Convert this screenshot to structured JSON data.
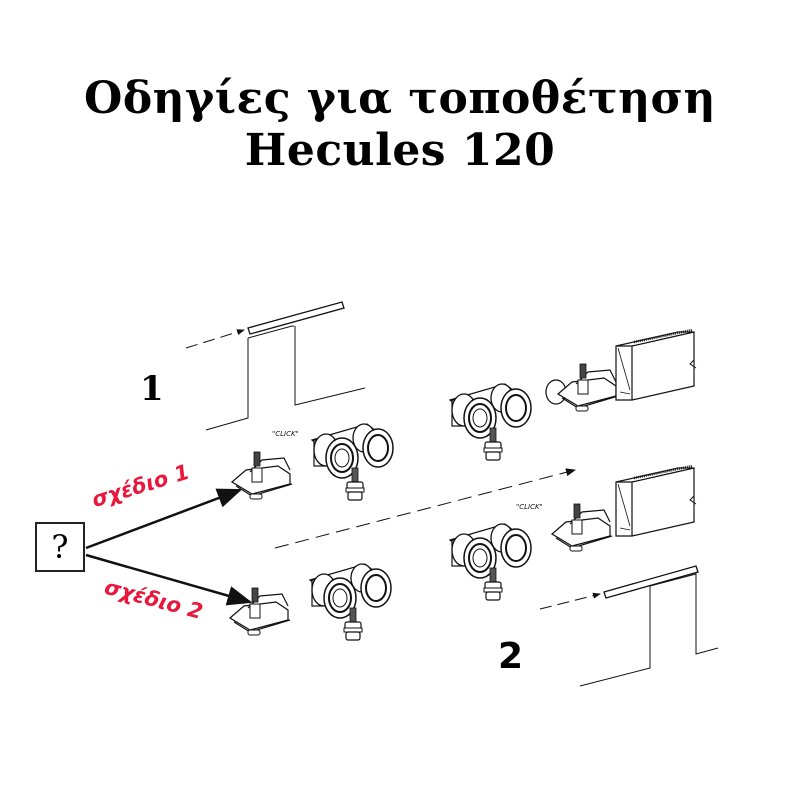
{
  "title": {
    "line1": "Οδηγίες για τοποθέτηση",
    "line2": "Hecules 120"
  },
  "steps": [
    {
      "number": "1"
    },
    {
      "number": "2"
    }
  ],
  "question_box": {
    "symbol": "?"
  },
  "options": [
    {
      "label": "σχέδιο 1"
    },
    {
      "label": "σχέδιο 2"
    }
  ],
  "annotations": {
    "click_top": "\"CLICK\"",
    "click_bottom": "\"CLICK\""
  },
  "colors": {
    "option_label": "#e8173b",
    "line": "#111111"
  },
  "icons": {
    "question": "question-box-icon",
    "trolley": "roller-trolley-icon",
    "bracket": "mounting-bracket-icon",
    "track": "track-profile-icon",
    "door": "door-panel-icon"
  }
}
